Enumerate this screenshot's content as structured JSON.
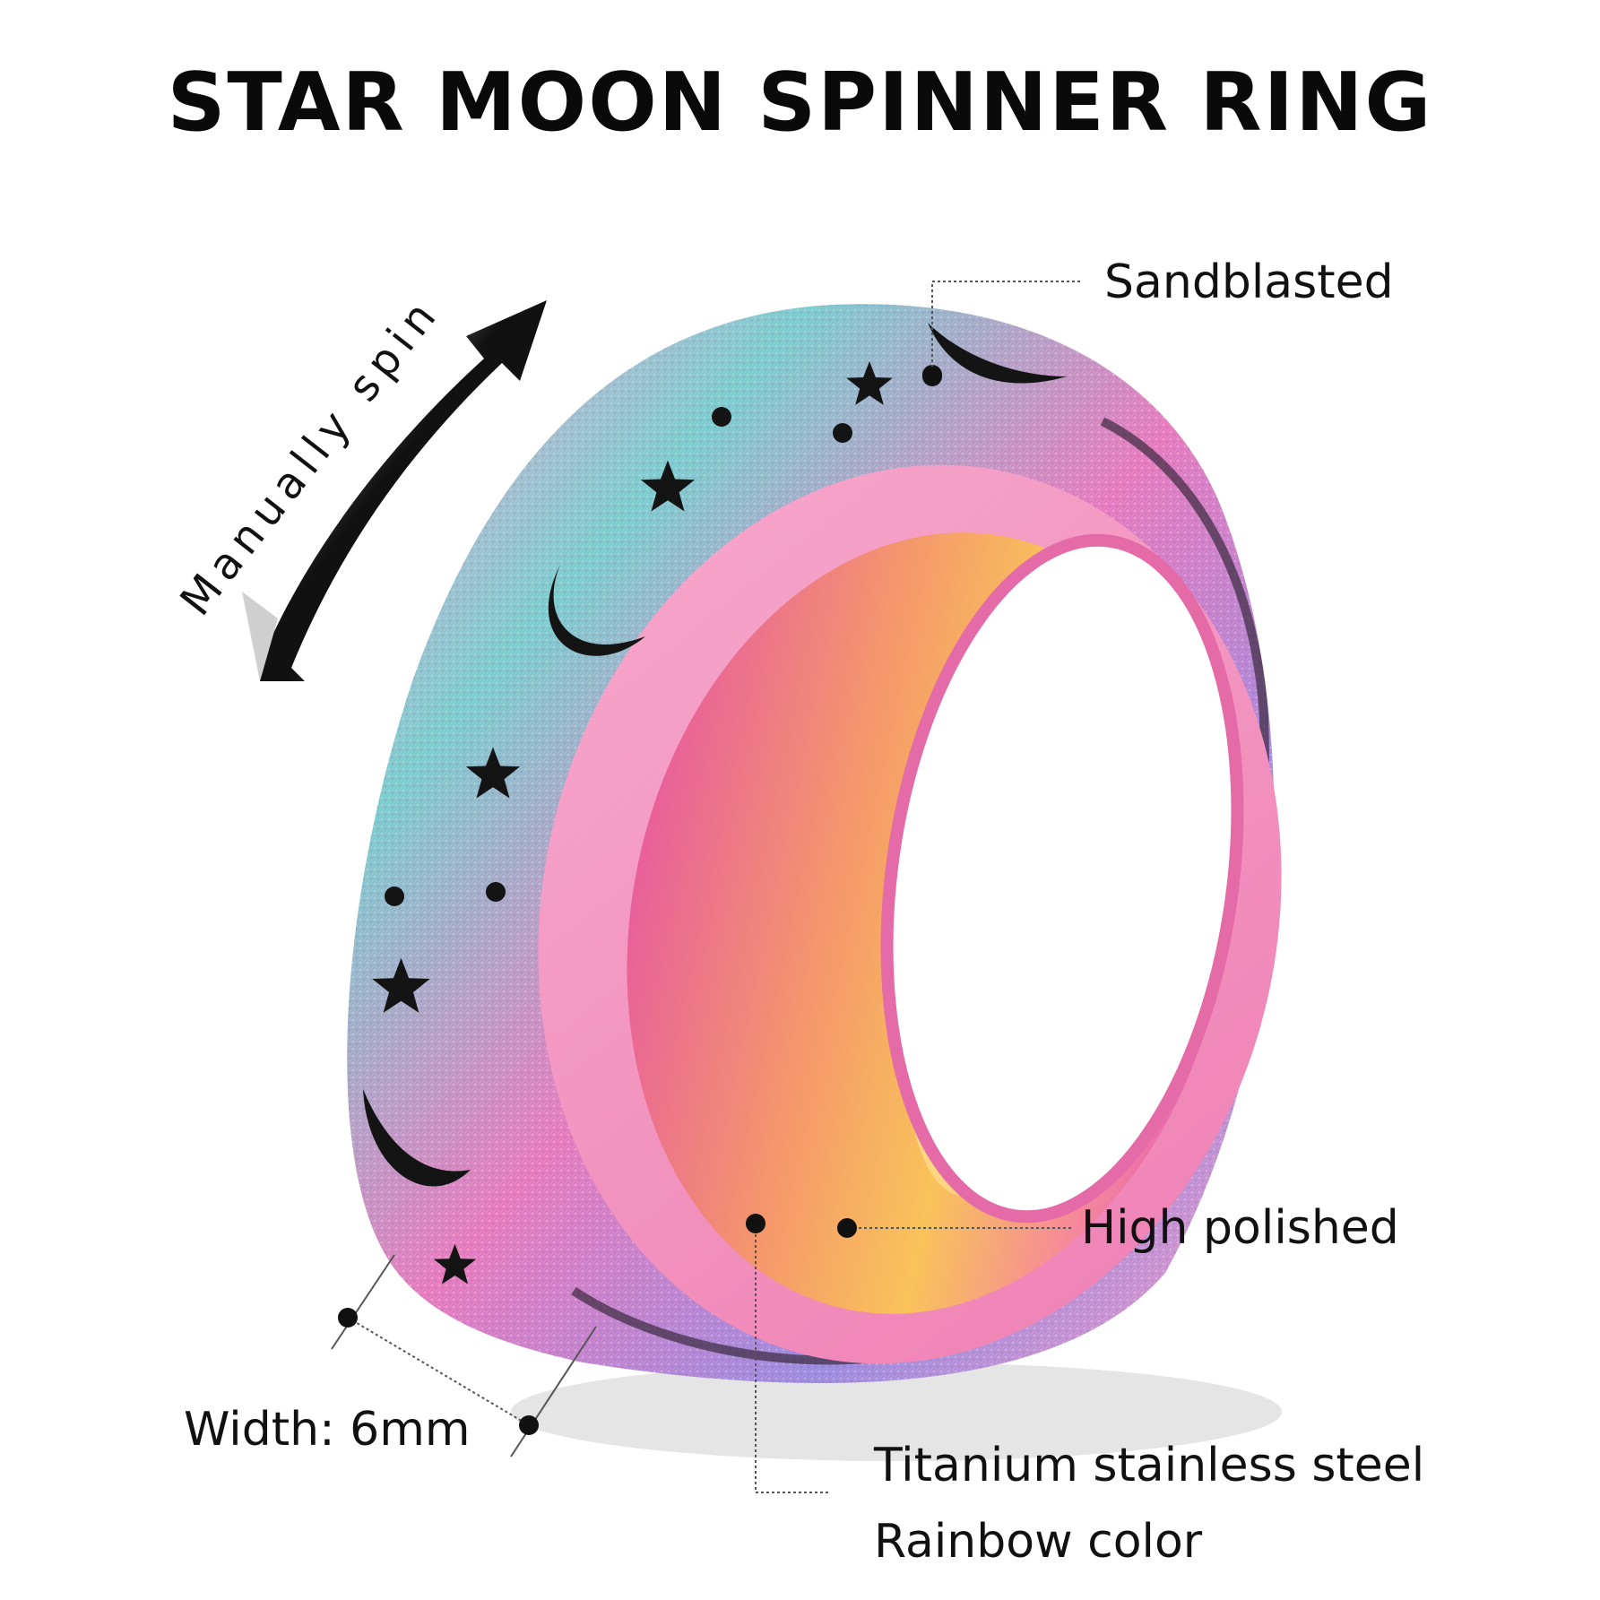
{
  "title": "STAR MOON SPINNER RING",
  "spin_label": "Manually spin",
  "callouts": {
    "sandblasted": "Sandblasted",
    "high_polished": "High polished",
    "width": "Width: 6mm",
    "material": "Titanium stainless steel",
    "color": "Rainbow color"
  },
  "colors": {
    "text": "#111111",
    "ring_pink": "#f59ac4",
    "ring_gold": "#f7b64a",
    "ring_teal": "#6fc9c2",
    "ring_violet": "#b77ad8"
  }
}
